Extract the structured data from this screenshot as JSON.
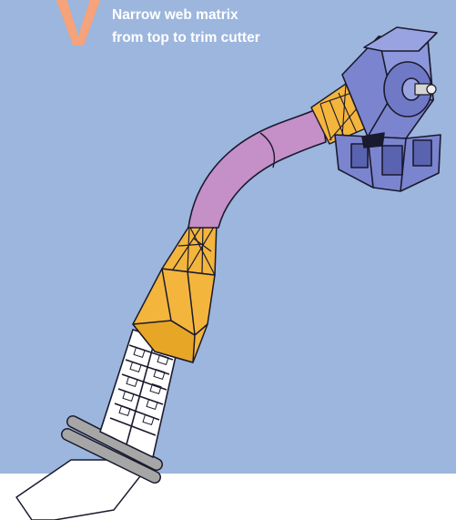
{
  "section": {
    "letter": "V",
    "caption_line1": "Narrow web matrix",
    "caption_line2": "from top to trim cutter"
  },
  "colors": {
    "background": "#9cb6dd",
    "accent_letter": "#f6a27a",
    "tube": "#c58fc8",
    "funnel": "#f3b53c",
    "cutter": "#7b85cf",
    "outline": "#1a1a2e"
  },
  "icons": [
    "trim-cutter-icon",
    "matrix-tube-icon",
    "funnel-icon",
    "ladder-guide-icon",
    "roller-icon",
    "web-sheet-icon"
  ]
}
